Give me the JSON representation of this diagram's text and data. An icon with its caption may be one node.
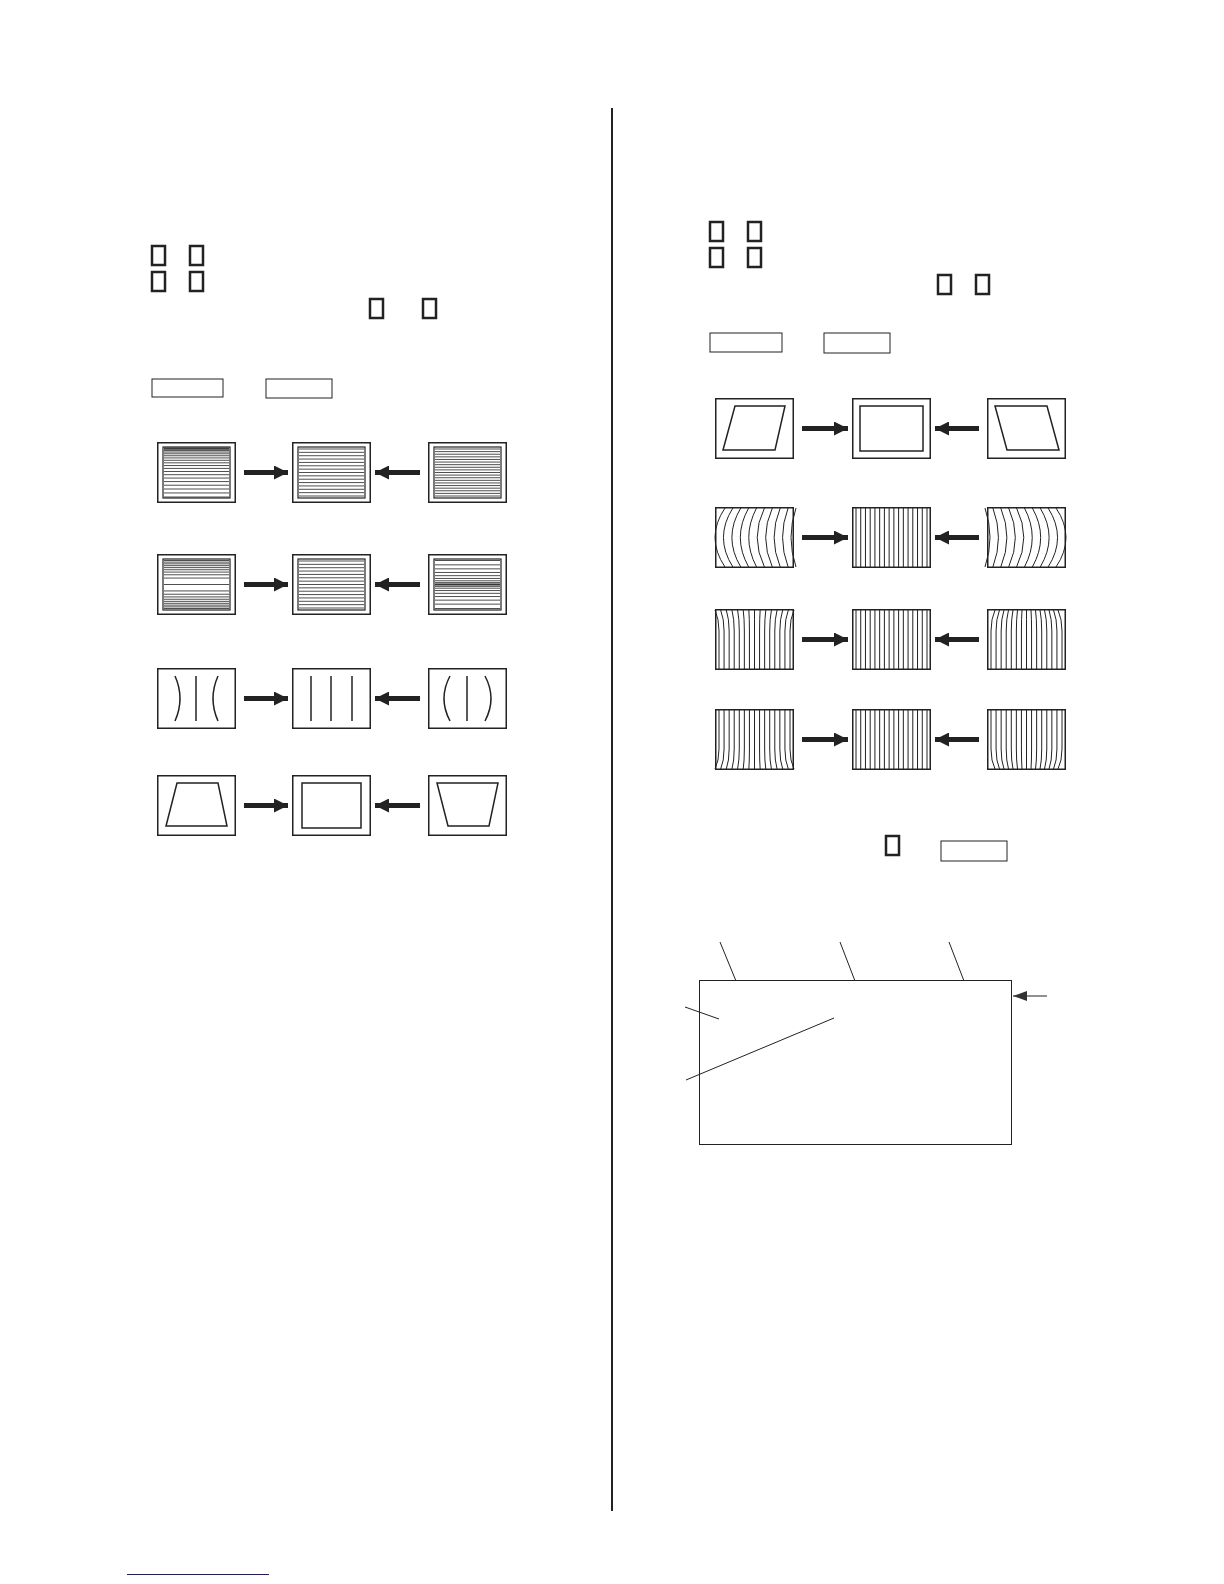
{
  "diagram": {
    "nodes": [
      {
        "text": [],
        "shape": "picture"
      },
      {
        "text": [],
        "shape": "picture"
      },
      {
        "text": [],
        "shape": "picture"
      },
      {
        "text": [],
        "shape": "picture"
      },
      {
        "text": [],
        "shape": "picture"
      },
      {
        "text": [],
        "shape": "picture"
      },
      {
        "text": [],
        "shape": "picture"
      },
      {
        "text": [],
        "shape": "picture"
      },
      {
        "text": [],
        "shape": "picture"
      },
      {
        "text": [],
        "shape": "picture"
      },
      {
        "text": [],
        "shape": "picture"
      },
      {
        "text": [],
        "shape": "picture"
      },
      {
        "text": [],
        "shape": "picture"
      },
      {
        "text": [],
        "shape": "picture"
      },
      {
        "text": [],
        "shape": "picture"
      },
      {
        "text": [],
        "shape": "picture"
      },
      {
        "text": [],
        "shape": "picture"
      },
      {
        "text": [],
        "shape": "picture"
      },
      {
        "text": [],
        "shape": "picture"
      },
      {
        "text": [],
        "shape": "picture"
      },
      {
        "text": [],
        "shape": "picture"
      },
      {
        "text": [],
        "shape": "picture"
      },
      {
        "text": [],
        "shape": "picture"
      },
      {
        "text": [],
        "shape": "picture"
      },
      {
        "text": [],
        "shape": "box"
      }
    ],
    "edges": [
      {
        "from": 0,
        "to": 1,
        "arrow": "to"
      },
      {
        "from": 2,
        "to": 1,
        "arrow": "to"
      },
      {
        "from": 3,
        "to": 4,
        "arrow": "to"
      },
      {
        "from": 5,
        "to": 4,
        "arrow": "to"
      },
      {
        "from": 6,
        "to": 7,
        "arrow": "to"
      },
      {
        "from": 8,
        "to": 7,
        "arrow": "to"
      },
      {
        "from": 9,
        "to": 10,
        "arrow": "to"
      },
      {
        "from": 11,
        "to": 10,
        "arrow": "to"
      },
      {
        "from": 12,
        "to": 13,
        "arrow": "to"
      },
      {
        "from": 14,
        "to": 13,
        "arrow": "to"
      },
      {
        "from": 15,
        "to": 16,
        "arrow": "to"
      },
      {
        "from": 17,
        "to": 16,
        "arrow": "to"
      },
      {
        "from": 18,
        "to": 19,
        "arrow": "to"
      },
      {
        "from": 20,
        "to": 19,
        "arrow": "to"
      },
      {
        "from": 21,
        "to": 22,
        "arrow": "to"
      },
      {
        "from": 23,
        "to": 22,
        "arrow": "to"
      },
      {
        "from": null,
        "to": 24,
        "arrow": "none"
      },
      {
        "from": null,
        "to": 24,
        "arrow": "none"
      },
      {
        "from": null,
        "to": 24,
        "arrow": "none"
      },
      {
        "from": null,
        "to": 24,
        "arrow": "none"
      },
      {
        "from": null,
        "to": 24,
        "arrow": "none"
      },
      {
        "from": null,
        "to": 24,
        "arrow": "to"
      }
    ]
  }
}
